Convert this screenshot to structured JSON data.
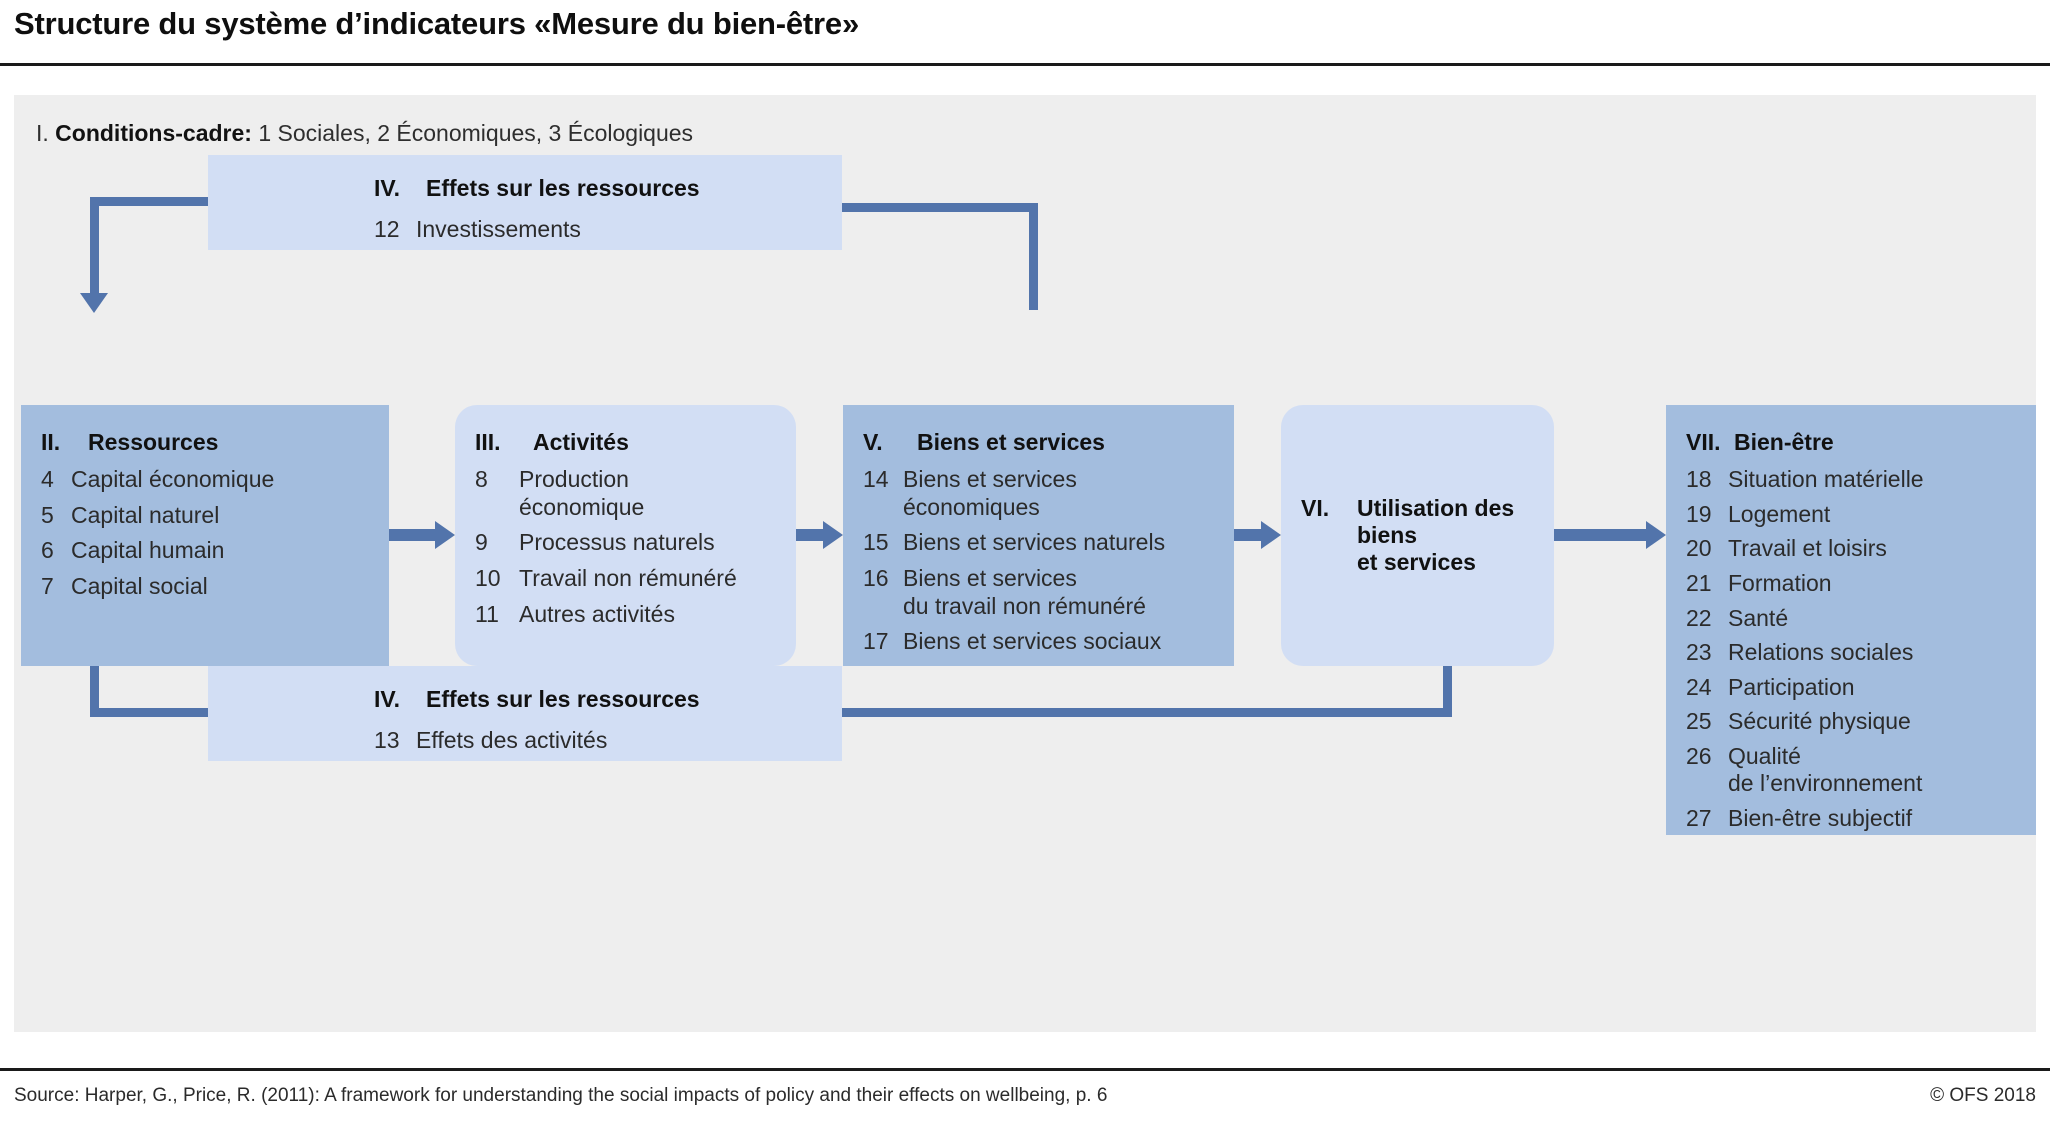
{
  "header": {
    "title": "Structure du système d’indicateurs «Mesure du bien-être»"
  },
  "panel": {
    "conditions": {
      "roman": "I.",
      "label": "Conditions-cadre:",
      "items": "1 Sociales, 2 Économiques, 3 Écologiques"
    }
  },
  "boxes": {
    "effets_top": {
      "roman": "IV.",
      "title": "Effets sur les ressources",
      "items": [
        {
          "num": "12",
          "label": "Investissements"
        }
      ]
    },
    "ressources": {
      "roman": "II.",
      "title": "Ressources",
      "items": [
        {
          "num": "4",
          "label": "Capital économique"
        },
        {
          "num": "5",
          "label": "Capital naturel"
        },
        {
          "num": "6",
          "label": "Capital humain"
        },
        {
          "num": "7",
          "label": "Capital social"
        }
      ]
    },
    "activites": {
      "roman": "III.",
      "title": "Activités",
      "items": [
        {
          "num": "8",
          "label": "Production\néconomique"
        },
        {
          "num": "9",
          "label": "Processus naturels"
        },
        {
          "num": "10",
          "label": "Travail non rémunéré"
        },
        {
          "num": "11",
          "label": "Autres activités"
        }
      ]
    },
    "biens": {
      "roman": "V.",
      "title": "Biens et services",
      "items": [
        {
          "num": "14",
          "label": "Biens et services\néconomiques"
        },
        {
          "num": "15",
          "label": "Biens et services naturels"
        },
        {
          "num": "16",
          "label": "Biens et services\ndu travail non rémunéré"
        },
        {
          "num": "17",
          "label": "Biens et services sociaux"
        }
      ]
    },
    "utilisation": {
      "roman": "VI.",
      "title": "Utilisation des biens\net services"
    },
    "bienetre": {
      "roman": "VII.",
      "title": "Bien-être",
      "items": [
        {
          "num": "18",
          "label": "Situation matérielle"
        },
        {
          "num": "19",
          "label": "Logement"
        },
        {
          "num": "20",
          "label": "Travail et loisirs"
        },
        {
          "num": "21",
          "label": "Formation"
        },
        {
          "num": "22",
          "label": "Santé"
        },
        {
          "num": "23",
          "label": "Relations sociales"
        },
        {
          "num": "24",
          "label": "Participation"
        },
        {
          "num": "25",
          "label": "Sécurité physique"
        },
        {
          "num": "26",
          "label": "Qualité\nde l’environnement"
        },
        {
          "num": "27",
          "label": "Bien-être subjectif"
        }
      ]
    },
    "effets_bottom": {
      "roman": "IV.",
      "title": "Effets sur les ressources",
      "items": [
        {
          "num": "13",
          "label": "Effets des activités"
        }
      ]
    }
  },
  "footer": {
    "source": "Source: Harper, G., Price, R. (2011): A framework for understanding the social impacts of policy and their effects on wellbeing, p. 6",
    "copyright": "© OFS 2018"
  },
  "colors": {
    "panel_background": "#eeeeee",
    "box_dark": "#a3bdde",
    "box_light": "#d2deF4",
    "connector": "#5274ab",
    "rule": "#1a1a1a"
  }
}
